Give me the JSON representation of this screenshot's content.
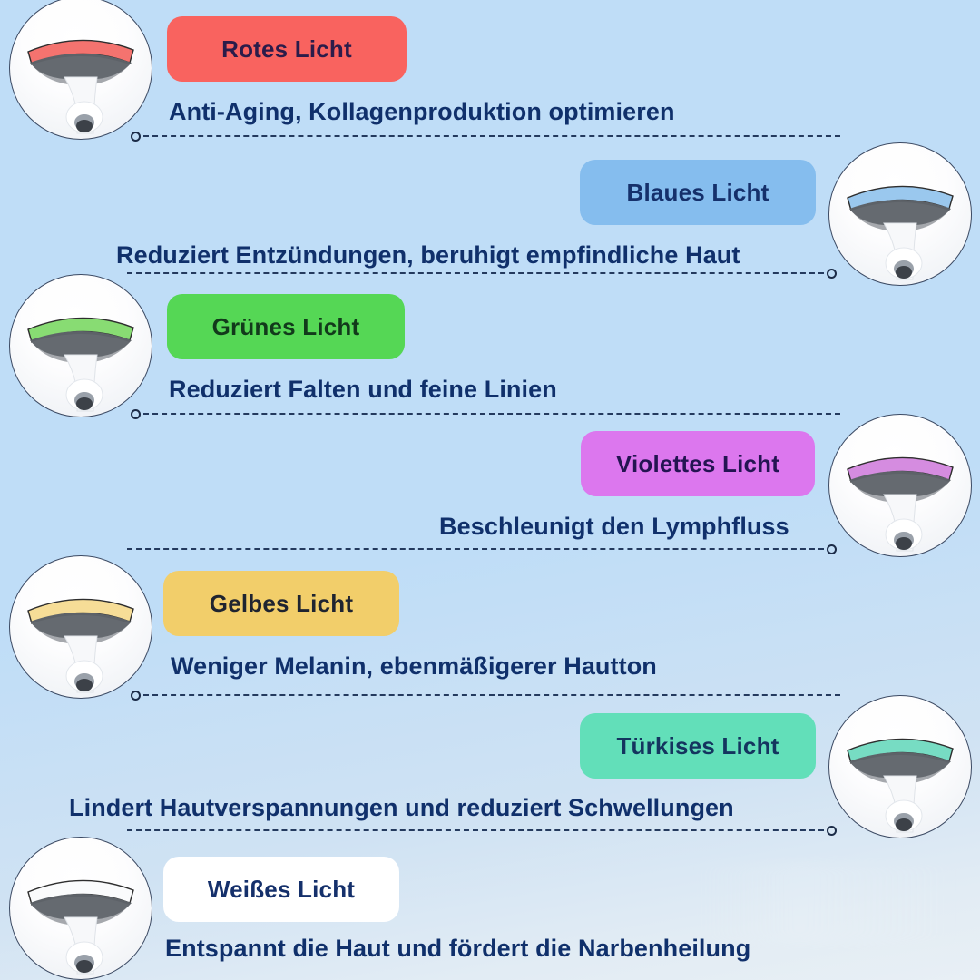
{
  "theme": {
    "background_top": "#BFDDF7",
    "background_bottom": "#E8EFF5",
    "text_color": "#10306B",
    "connector_color": "#243A5E"
  },
  "rows": [
    {
      "id": "rotes-licht",
      "side": "left",
      "pill_label": "Rotes Licht",
      "pill_color": "#F9635F",
      "pill_text_color": "#2B1C4A",
      "description": "Anti-Aging, Kollagenproduktion optimieren",
      "led_color": "#F4736F",
      "led_color_dark": "#D9534F"
    },
    {
      "id": "blaues-licht",
      "side": "right",
      "pill_label": "Blaues Licht",
      "pill_color": "#85BDEE",
      "pill_text_color": "#15306B",
      "description": "Reduziert Entzündungen, beruhigt empfindliche Haut",
      "led_color": "#9AC8EE",
      "led_color_dark": "#6FA9DD"
    },
    {
      "id": "gruenes-licht",
      "side": "left",
      "pill_label": "Grünes Licht",
      "pill_color": "#55D755",
      "pill_text_color": "#123A1B",
      "description": "Reduziert Falten und feine Linien",
      "led_color": "#88DC73",
      "led_color_dark": "#5CBF4D"
    },
    {
      "id": "violettes-licht",
      "side": "right",
      "pill_label": "Violettes Licht",
      "pill_color": "#DC77EE",
      "pill_text_color": "#241452",
      "description": "Beschleunigt den Lymphfluss",
      "led_color": "#D58CE0",
      "led_color_dark": "#B467C6"
    },
    {
      "id": "gelbes-licht",
      "side": "left",
      "pill_label": "Gelbes Licht",
      "pill_color": "#F2CE6A",
      "pill_text_color": "#1F2430",
      "description": "Weniger Melanin, ebenmäßigerer Hautton",
      "led_color": "#F6DD97",
      "led_color_dark": "#DFBF6A"
    },
    {
      "id": "tuerkises-licht",
      "side": "right",
      "pill_label": "Türkises Licht",
      "pill_color": "#62DFB9",
      "pill_text_color": "#14355F",
      "description": "Lindert Hautverspannungen und reduziert Schwellungen",
      "led_color": "#77DCC3",
      "led_color_dark": "#4FBFA3"
    },
    {
      "id": "weisses-licht",
      "side": "left",
      "pill_label": "Weißes Licht",
      "pill_color": "#FFFFFF",
      "pill_text_color": "#15306B",
      "description": "Entspannt die Haut und fördert die Narbenheilung",
      "led_color": "#FAFBFC",
      "led_color_dark": "#D8DDE4"
    }
  ]
}
